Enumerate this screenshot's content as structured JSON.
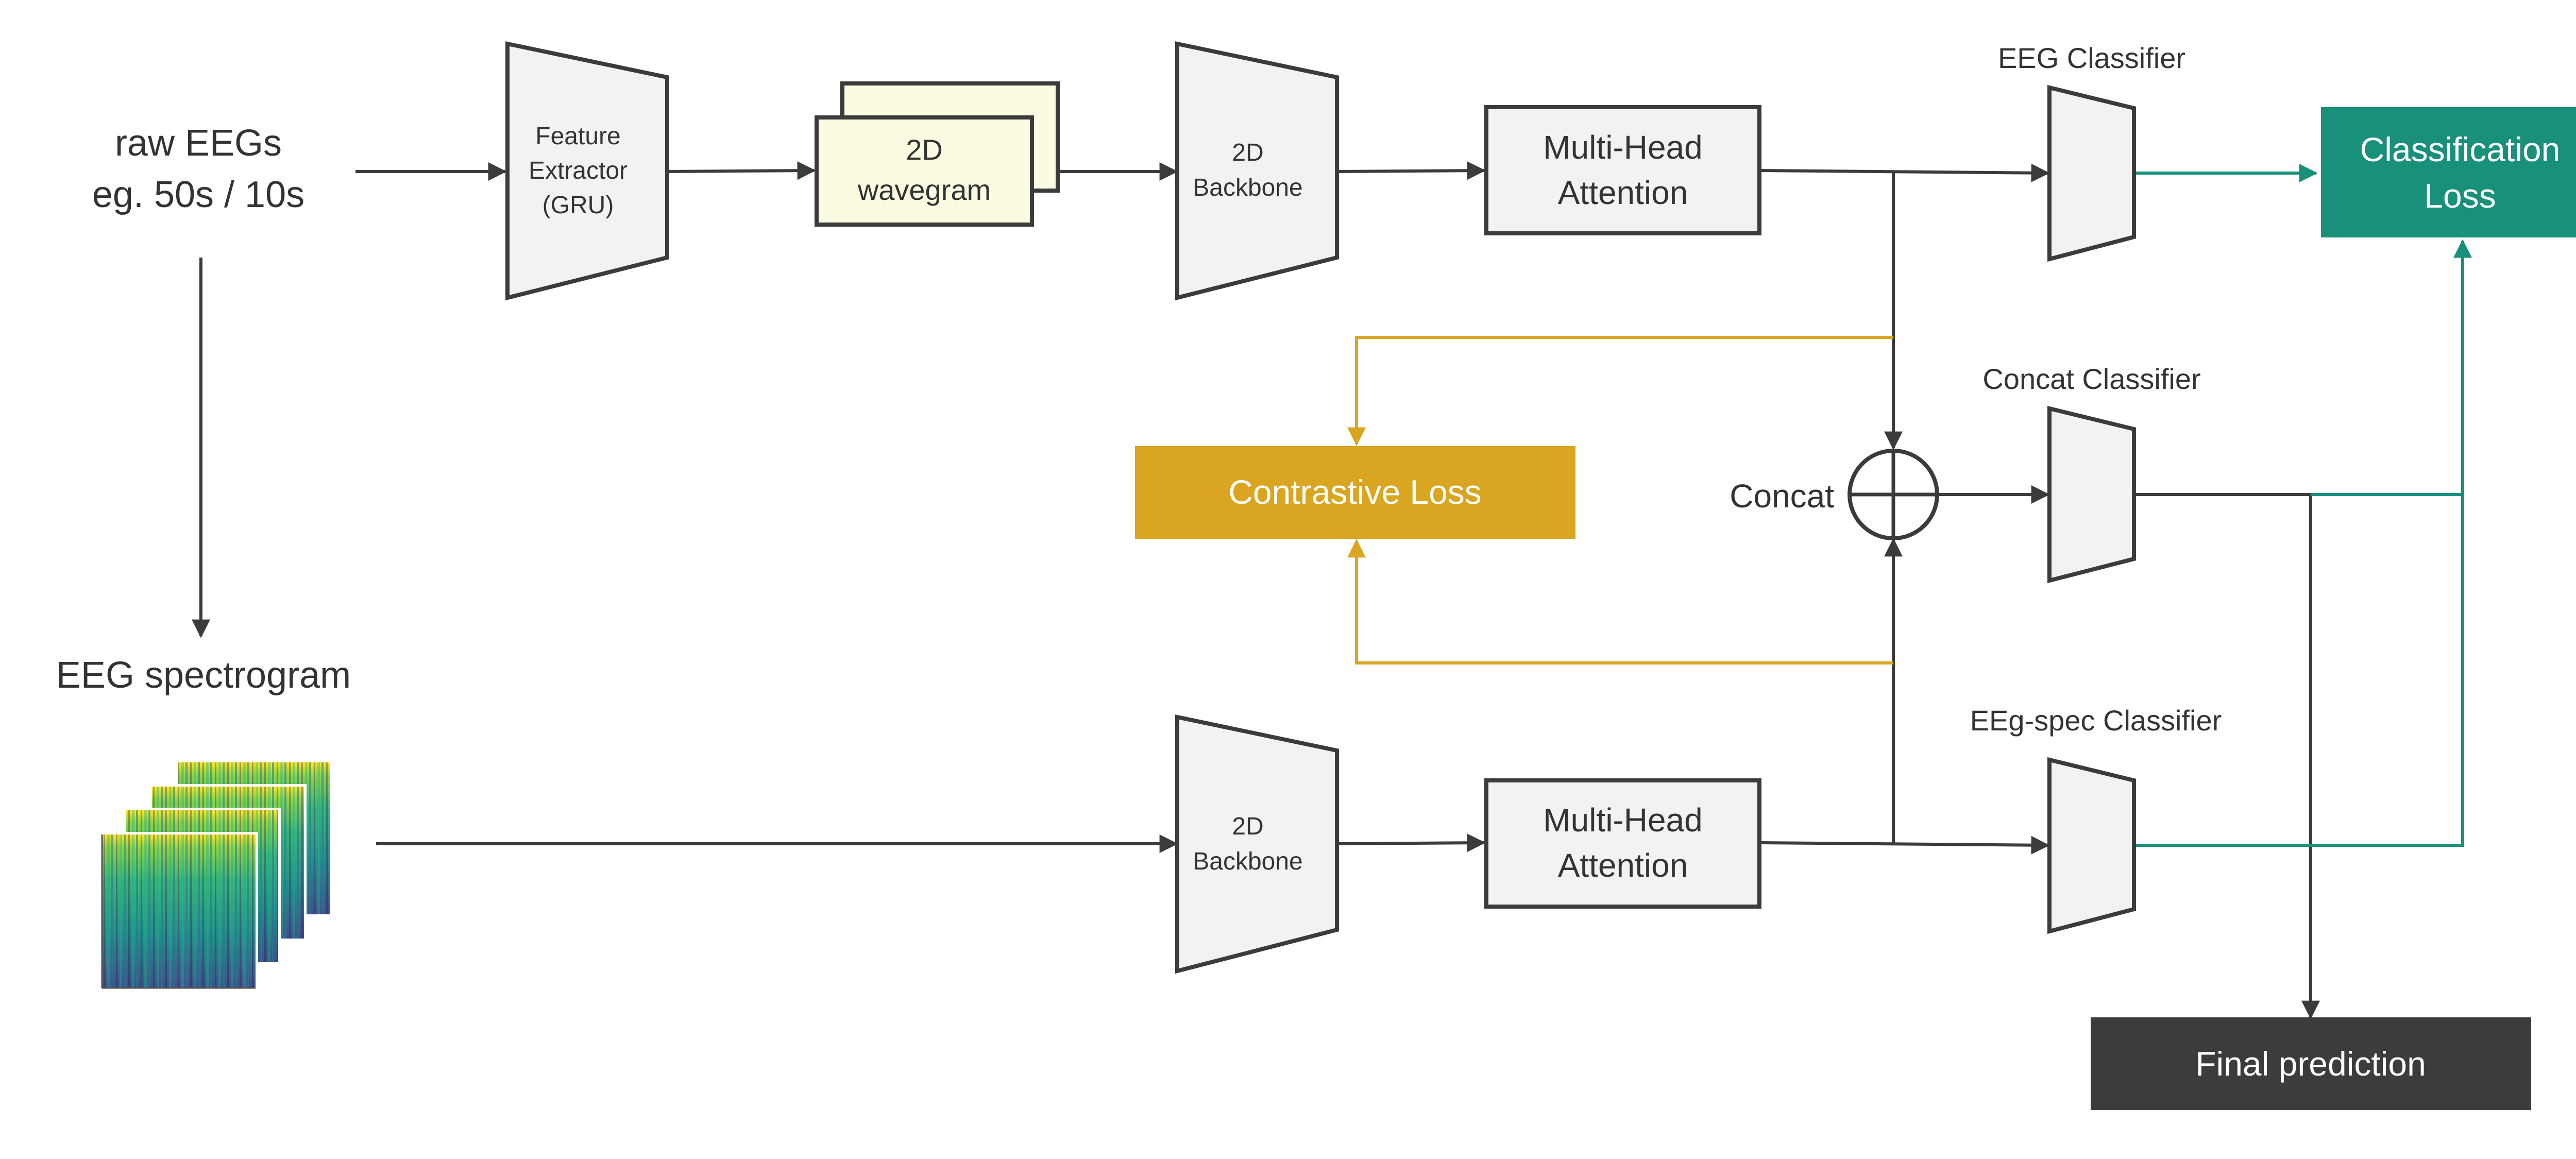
{
  "inputs": {
    "raw_eeg_line1": "raw EEGs",
    "raw_eeg_line2": "eg. 50s / 10s",
    "spectrogram_label": "EEG spectrogram"
  },
  "eeg_branch": {
    "feature_extractor": [
      "Feature",
      "Extractor",
      "(GRU)"
    ],
    "wavegram": [
      "2D",
      "wavegram"
    ],
    "backbone": [
      "2D",
      "Backbone"
    ],
    "attention": [
      "Multi-Head",
      "Attention"
    ],
    "classifier_label": "EEG Classifier"
  },
  "spec_branch": {
    "backbone": [
      "2D",
      "Backbone"
    ],
    "attention": [
      "Multi-Head",
      "Attention"
    ],
    "classifier_label": "EEg-spec Classifier"
  },
  "fusion": {
    "concat_label": "Concat",
    "classifier_label": "Concat Classifier"
  },
  "losses": {
    "contrastive": "Contrastive Loss",
    "classification": [
      "Classification",
      "Loss"
    ]
  },
  "output": {
    "final_prediction": "Final prediction"
  },
  "colors": {
    "classification_loss": "#18907a",
    "contrastive_loss": "#daa520",
    "final_prediction": "#3c3c3c",
    "block_fill": "#f2f2f2",
    "wavegram_fill": "#fbfbe1",
    "spectrogram_colormap": "viridis"
  }
}
